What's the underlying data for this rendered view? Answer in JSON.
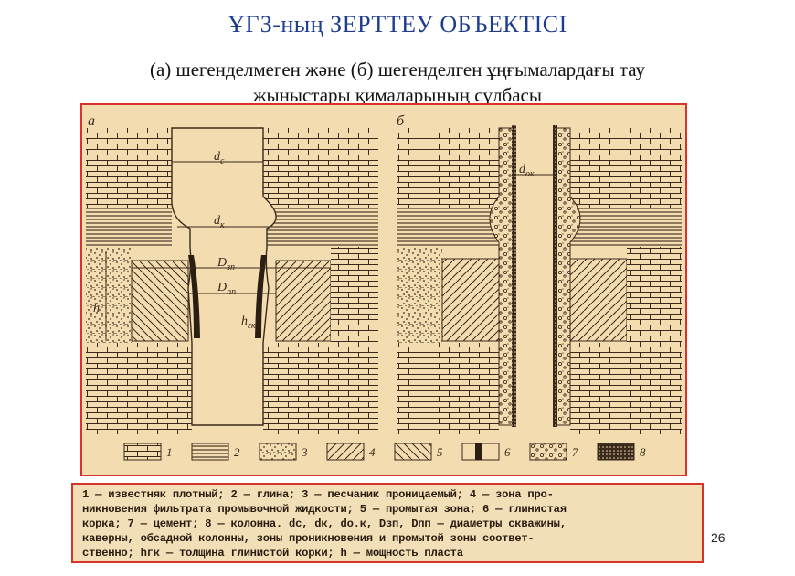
{
  "slide": {
    "title": "ҰГЗ-ның ЗЕРТТЕУ ОБЪЕКТІСІ",
    "subtitle_line1": "(а) шегенделмеген және (б) шегенделген ұңғымалардағы тау",
    "subtitle_line2": "жыныстары қималарының сұлбасы",
    "page_number": "26"
  },
  "figure": {
    "panel_a_label": "а",
    "panel_b_label": "б",
    "labels": {
      "dc": "d",
      "dc_sub": "c",
      "dk": "d",
      "dk_sub": "к",
      "dok": "d",
      "dok_sub": "ок",
      "dzp": "D",
      "dzp_sub": "зп",
      "dpp": "D",
      "dpp_sub": "пп",
      "hgk": "h",
      "hgk_sub": "гк",
      "h": "h"
    },
    "legend": [
      "1",
      "2",
      "3",
      "4",
      "5",
      "6",
      "7",
      "8"
    ],
    "colors": {
      "paper": "#f2dcb0",
      "ink": "#3a2a1c",
      "frame": "#d8332a"
    }
  },
  "caption": {
    "lines": [
      "1 — известняк плотный; 2 — глина; 3 — песчаник проницаемый; 4 — зона про-",
      "никновения фильтрата промывочной жидкости; 5 — промытая зона; 6 — глинистая",
      "корка; 7 — цемент; 8 — колонна. dс, dк, dо.к, Dзп, Dпп — диаметры скважины,",
      "каверны, обсадной колонны, зоны проникновения и промытой зоны соответ-",
      "ственно; hгк — толщина глинистой корки; h — мощность пласта"
    ]
  }
}
